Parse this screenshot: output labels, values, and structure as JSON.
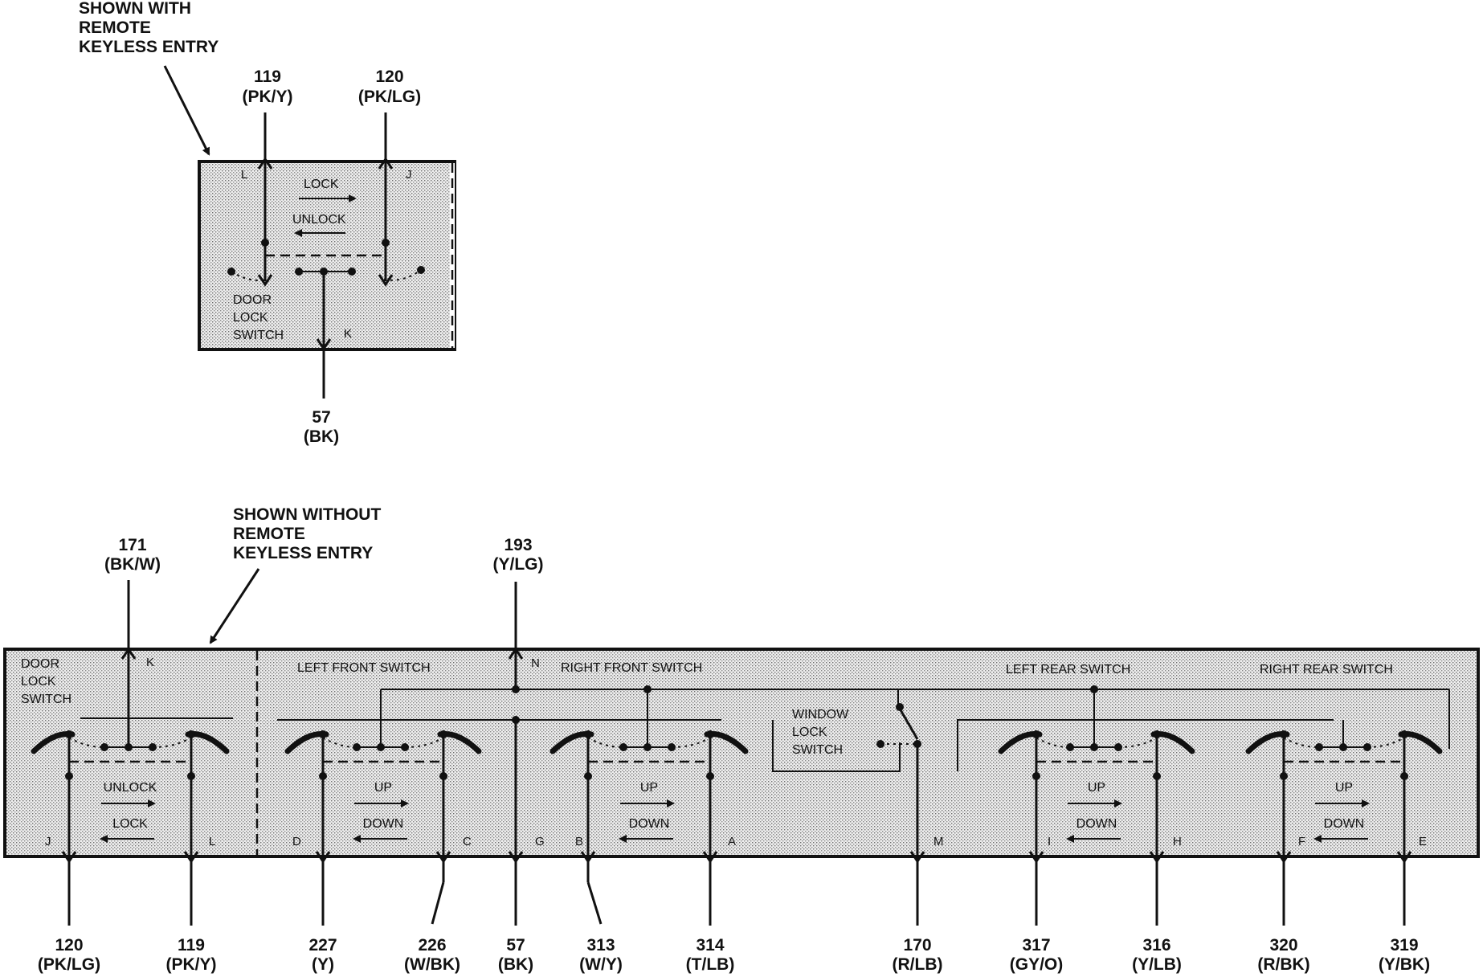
{
  "top": {
    "note": [
      "SHOWN WITH",
      "REMOTE",
      "KEYLESS ENTRY"
    ],
    "wires": [
      {
        "num": "119",
        "color": "(PK/Y)"
      },
      {
        "num": "120",
        "color": "(PK/LG)"
      },
      {
        "num": "57",
        "color": "(BK)"
      }
    ],
    "pins": {
      "left": "L",
      "right": "J",
      "bottom": "K"
    },
    "lock": "LOCK",
    "unlock": "UNLOCK",
    "switch": [
      "DOOR",
      "LOCK",
      "SWITCH"
    ]
  },
  "bottom": {
    "note": [
      "SHOWN WITHOUT",
      "REMOTE",
      "KEYLESS ENTRY"
    ],
    "top_wires": [
      {
        "num": "171",
        "color": "(BK/W)",
        "pin": "K"
      },
      {
        "num": "193",
        "color": "(Y/LG)",
        "pin": "N"
      }
    ],
    "sections": {
      "door_lock": [
        "DOOR",
        "LOCK",
        "SWITCH"
      ],
      "left_front": "LEFT FRONT SWITCH",
      "right_front": "RIGHT FRONT SWITCH",
      "left_rear": "LEFT  REAR SWITCH",
      "right_rear": "RIGHT REAR SWITCH",
      "window_lock": [
        "WINDOW",
        "LOCK",
        "SWITCH"
      ]
    },
    "arrow_labels": {
      "unlock": "UNLOCK",
      "lock": "LOCK",
      "up": "UP",
      "down": "DOWN"
    },
    "bottom_wires": [
      {
        "num": "120",
        "color": "(PK/LG)",
        "pin": "J"
      },
      {
        "num": "119",
        "color": "(PK/Y)",
        "pin": "L"
      },
      {
        "num": "227",
        "color": "(Y)",
        "pin": "D"
      },
      {
        "num": "226",
        "color": "(W/BK)",
        "pin": "C"
      },
      {
        "num": "57",
        "color": "(BK)",
        "pin": "G"
      },
      {
        "num": "313",
        "color": "(W/Y)",
        "pin": "B"
      },
      {
        "num": "314",
        "color": "(T/LB)",
        "pin": "A"
      },
      {
        "num": "170",
        "color": "(R/LB)",
        "pin": "M"
      },
      {
        "num": "317",
        "color": "(GY/O)",
        "pin": "I"
      },
      {
        "num": "316",
        "color": "(Y/LB)",
        "pin": "H"
      },
      {
        "num": "320",
        "color": "(R/BK)",
        "pin": "F"
      },
      {
        "num": "319",
        "color": "(Y/BK)",
        "pin": "E"
      }
    ]
  }
}
